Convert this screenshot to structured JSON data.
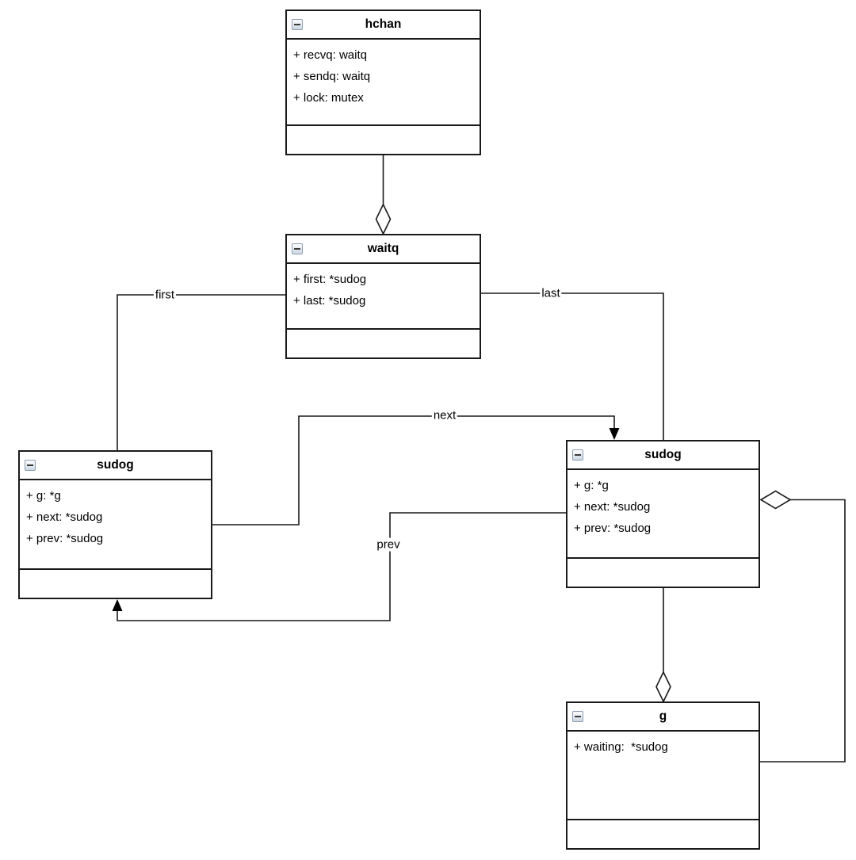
{
  "diagram": {
    "kind": "uml-class-diagram",
    "colors": {
      "canvas": "#ffffff",
      "stroke": "#1a1a1a",
      "arrow_fill": "#000000",
      "diamond_fill": "#ffffff",
      "icon_border": "#8c9cb0",
      "icon_fill_top": "#fdfdfe",
      "icon_fill_bottom": "#ccd6e4"
    },
    "icons": {
      "collapse": "minus-square"
    },
    "classes": [
      {
        "title": "hchan",
        "fields": [
          "+ recvq: waitq",
          "+ sendq: waitq",
          "+ lock: mutex"
        ]
      },
      {
        "title": "waitq",
        "fields": [
          "+ first: *sudog",
          "+ last: *sudog"
        ]
      },
      {
        "title": "sudog",
        "fields": [
          "+ g: *g",
          "+ next: *sudog",
          "+ prev: *sudog"
        ]
      },
      {
        "title": "sudog",
        "fields": [
          "+ g: *g",
          "+ next: *sudog",
          "+ prev: *sudog"
        ]
      },
      {
        "title": "g",
        "fields": [
          "+ waiting:  *sudog"
        ]
      }
    ],
    "edges": [
      {
        "from": "hchan",
        "to": "waitq",
        "label": "",
        "marker": "open-diamond"
      },
      {
        "from": "waitq",
        "to": "sudog-left",
        "label": "first",
        "marker": "none"
      },
      {
        "from": "waitq",
        "to": "sudog-right",
        "label": "last",
        "marker": "none"
      },
      {
        "from": "sudog-left",
        "to": "sudog-right",
        "label": "next",
        "marker": "solid-arrow"
      },
      {
        "from": "sudog-right",
        "to": "sudog-left",
        "label": "prev",
        "marker": "solid-arrow"
      },
      {
        "from": "sudog-right",
        "to": "g",
        "label": "",
        "marker": "open-diamond"
      },
      {
        "from": "g",
        "to": "sudog-right",
        "label": "",
        "marker": "open-diamond"
      }
    ]
  }
}
